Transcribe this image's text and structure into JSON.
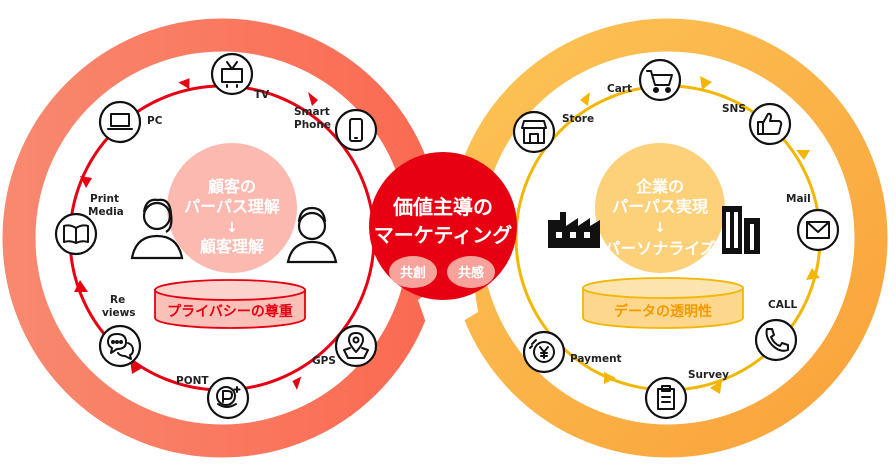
{
  "hub": {
    "title_line1": "価値主導の",
    "title_line2": "マーケティング",
    "tag_left": "共創",
    "tag_right": "共感"
  },
  "left_loop": {
    "center_line1": "顧客の",
    "center_line2": "パーパス理解",
    "center_arrow": "↓",
    "center_line3": "顧客理解",
    "base_label": "プライバシーの尊重",
    "nodes": {
      "tv": "TV",
      "pc": "PC",
      "smartphone_1": "Smart",
      "smartphone_2": "Phone",
      "print_1": "Print",
      "print_2": "Media",
      "reviews_1": "Re",
      "reviews_2": "views",
      "gps": "GPS",
      "pont": "PONT"
    }
  },
  "right_loop": {
    "center_line1": "企業の",
    "center_line2": "パーパス実現",
    "center_arrow": "↓",
    "center_line3": "パーソナライズ",
    "base_label": "データの透明性",
    "nodes": {
      "cart": "Cart",
      "sns": "SNS",
      "store": "Store",
      "mail": "Mail",
      "call": "CALL",
      "survey": "Survey",
      "payment": "Payment"
    }
  },
  "colors": {
    "left_ring": "#f97a61",
    "left_track": "#e60012",
    "left_center": "#fcb9b0",
    "right_ring": "#fbb23f",
    "right_track": "#f2b705",
    "right_center": "#fdd07a",
    "hub": "#e60012",
    "hub_tag": "#f7a39b"
  },
  "icons": [
    "tv-icon",
    "laptop-icon",
    "smartphone-icon",
    "book-icon",
    "chat-bubbles-icon",
    "points-coin-icon",
    "map-pin-icon",
    "person-female-icon",
    "person-male-icon",
    "cart-icon",
    "store-icon",
    "thumbs-up-icon",
    "envelope-icon",
    "phone-icon",
    "clipboard-icon",
    "yen-coin-icon",
    "factory-icon",
    "building-icon"
  ]
}
